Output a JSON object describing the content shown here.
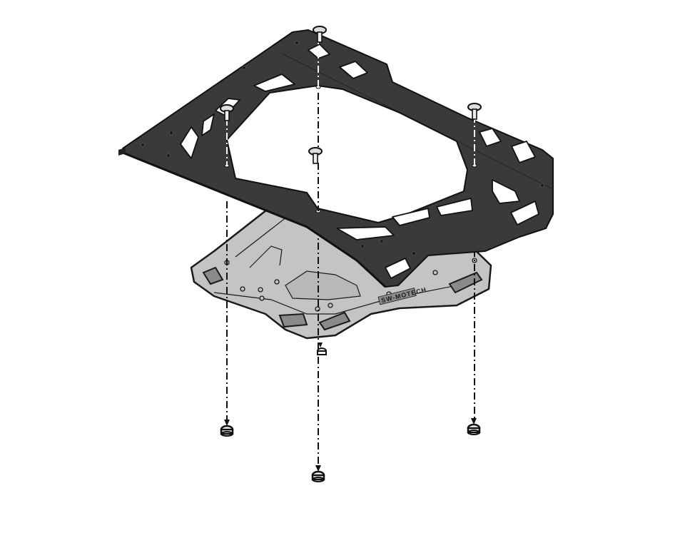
{
  "diagram": {
    "type": "exploded-assembly-view",
    "colors": {
      "background": "#ffffff",
      "adapter_plate": "#3a3a3a",
      "plate_edge": "#111111",
      "base_rack": "#c4c4c4",
      "base_rack_edge": "#1a1a1a",
      "axis_line": "#111111"
    },
    "components": [
      {
        "name": "adapter-plate",
        "label": "Adapter plate (black)",
        "count": 1
      },
      {
        "name": "base-rack",
        "label": "Luggage rack (grey)",
        "count": 1
      },
      {
        "name": "screw",
        "label": "Screw",
        "count": 4
      },
      {
        "name": "nut",
        "label": "Nut",
        "count": 4
      }
    ],
    "brand_text": "SW-MOTECH",
    "fastener_axes": 4
  }
}
